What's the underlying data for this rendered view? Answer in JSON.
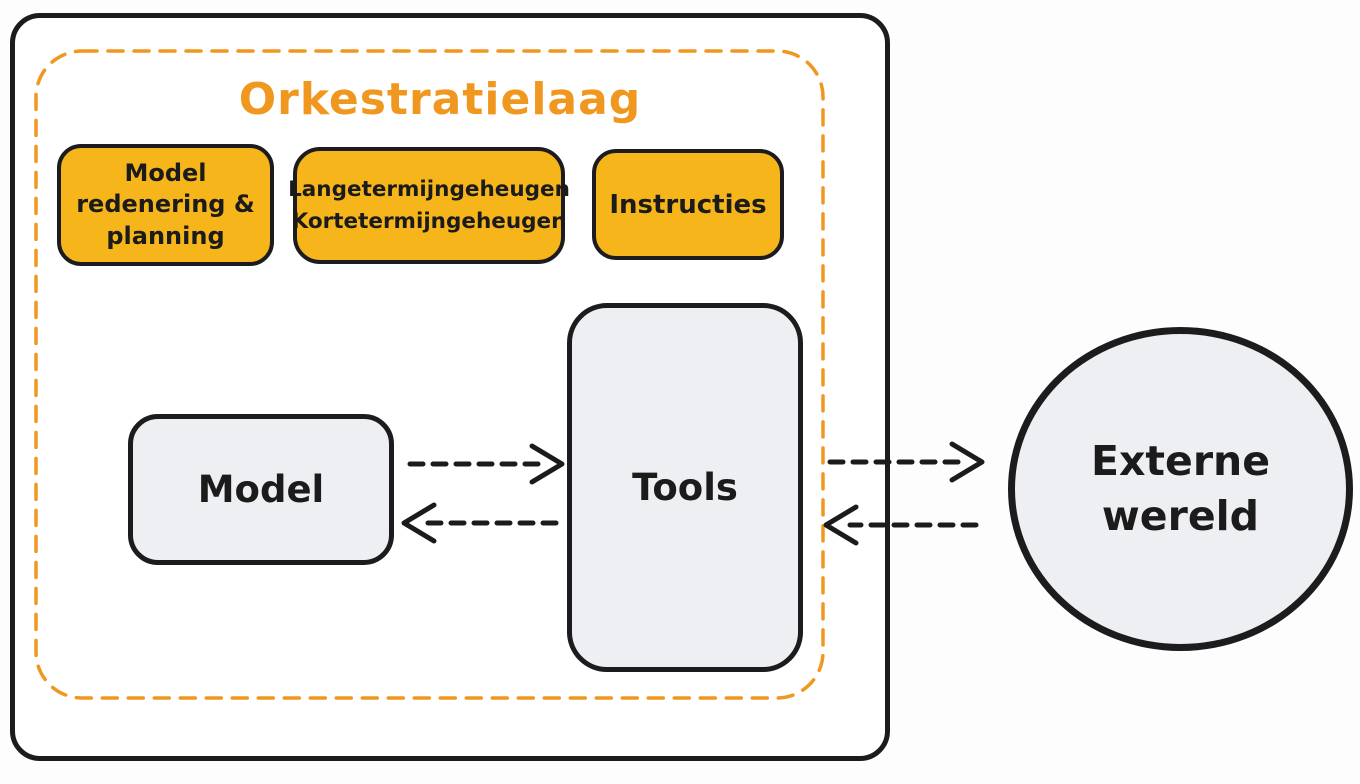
{
  "diagram": {
    "orchestration": {
      "title": "Orkestratielaag",
      "nodes": [
        {
          "label": "Model\nredenering &\nplanning"
        },
        {
          "label": "Langetermijngeheugen\nKortetermijngeheugen"
        },
        {
          "label": "Instructies"
        }
      ]
    },
    "model_node": {
      "label": "Model"
    },
    "tools_node": {
      "label": "Tools"
    },
    "external_world_node": {
      "label": "Externe\nwereld"
    },
    "arrows": [
      {
        "name": "model-to-tools",
        "direction": "right",
        "style": "dashed"
      },
      {
        "name": "tools-to-model",
        "direction": "left",
        "style": "dashed"
      },
      {
        "name": "tools-to-external-world",
        "direction": "right",
        "style": "dashed"
      },
      {
        "name": "external-world-to-tools",
        "direction": "left",
        "style": "dashed"
      }
    ],
    "colors": {
      "accent_orange": "#F0971F",
      "node_orange": "#F6B51B",
      "node_gray": "#EDEFF2",
      "ink": "#1B1B1B"
    }
  }
}
